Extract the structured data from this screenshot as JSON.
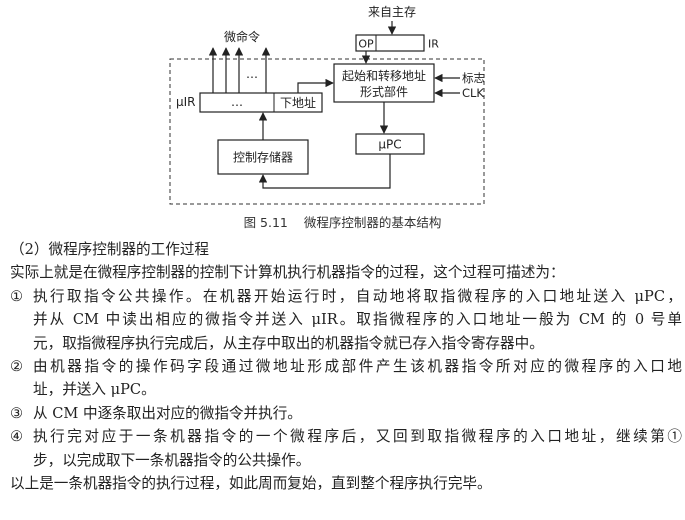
{
  "diagram": {
    "top_label": "来自主存",
    "op_label": "OP",
    "ir_label": "IR",
    "micro_command_label": "微命令",
    "ellipsis_top": "…",
    "mu_ir_label": "μIR",
    "ellipsis_inner": "…",
    "next_address_label": "下地址",
    "address_unit_line1": "起始和转移地址",
    "address_unit_line2": "形式部件",
    "flag_label": "标志",
    "clk_label": "CLK",
    "control_store_label": "控制存储器",
    "mu_pc_label": "μPC"
  },
  "caption": {
    "figure_no": "图 5.11",
    "title": "微程序控制器的基本结构"
  },
  "body": {
    "heading": "（2）微程序控制器的工作过程",
    "intro": "实际上就是在微程序控制器的控制下计算机执行机器指令的过程，这个过程可描述为：",
    "step1_num": "①",
    "step1_l1": "执行取指令公共操作。在机器开始运行时，自动地将取指微程序的入口地址送入 μPC，",
    "step1_l2": "并从 CM 中读出相应的微指令并送入 μIR。取指微程序的入口地址一般为 CM 的 0 号单",
    "step1_l3": "元，取指微程序执行完成后，从主存中取出的机器指令就已存入指令寄存器中。",
    "step2_num": "②",
    "step2_l1": "由机器指令的操作码字段通过微地址形成部件产生该机器指令所对应的微程序的入口地",
    "step2_l2": "址，并送入 μPC。",
    "step3_num": "③",
    "step3_l1": "从 CM 中逐条取出对应的微指令并执行。",
    "step4_num": "④",
    "step4_l1": "执行完对应于一条机器指令的一个微程序后，又回到取指微程序的入口地址，继续第①",
    "step4_l2": "步，以完成取下一条机器指令的公共操作。",
    "outro": "以上是一条机器指令的执行过程，如此周而复始，直到整个程序执行完毕。"
  }
}
